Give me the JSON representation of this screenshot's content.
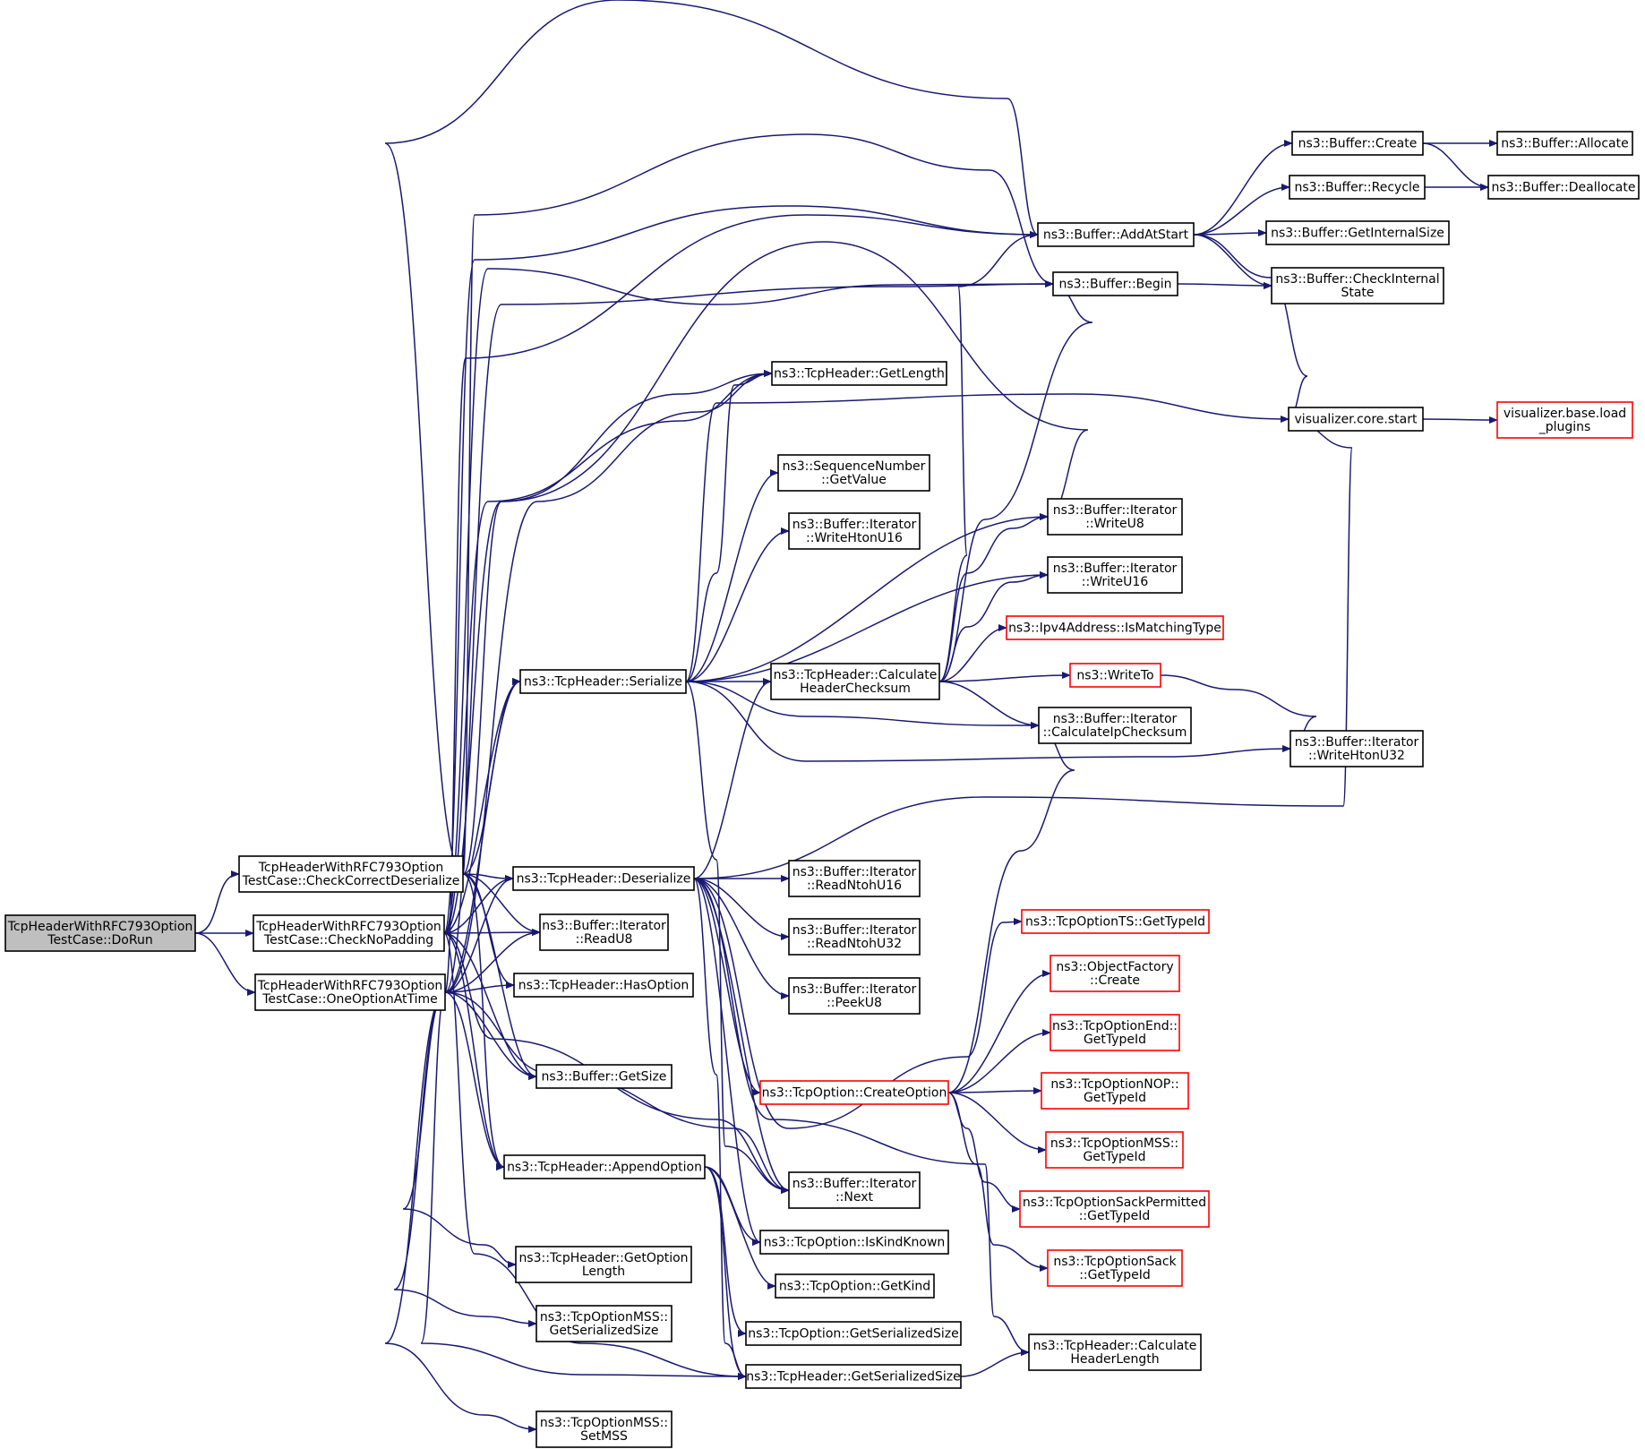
{
  "colors": {
    "edge": "#191970",
    "node_border_normal": "#000000",
    "node_border_truncated": "#ff0000",
    "root_fill": "#bfbfbf",
    "node_fill": "#ffffff"
  },
  "graph": {
    "nodes": [
      {
        "id": "dorun",
        "lines": [
          "TcpHeaderWithRFC793Option",
          "TestCase::DoRun"
        ],
        "style": "root"
      },
      {
        "id": "checkcorrect",
        "lines": [
          "TcpHeaderWithRFC793Option",
          "TestCase::CheckCorrectDeserialize"
        ],
        "style": "normal"
      },
      {
        "id": "checknopad",
        "lines": [
          "TcpHeaderWithRFC793Option",
          "TestCase::CheckNoPadding"
        ],
        "style": "normal"
      },
      {
        "id": "oneoption",
        "lines": [
          "TcpHeaderWithRFC793Option",
          "TestCase::OneOptionAtTime"
        ],
        "style": "normal"
      },
      {
        "id": "serialize",
        "lines": [
          "ns3::TcpHeader::Serialize"
        ],
        "style": "normal"
      },
      {
        "id": "deserialize",
        "lines": [
          "ns3::TcpHeader::Deserialize"
        ],
        "style": "normal"
      },
      {
        "id": "readu8",
        "lines": [
          "ns3::Buffer::Iterator",
          "::ReadU8"
        ],
        "style": "normal"
      },
      {
        "id": "hasoption",
        "lines": [
          "ns3::TcpHeader::HasOption"
        ],
        "style": "normal"
      },
      {
        "id": "bufsize",
        "lines": [
          "ns3::Buffer::GetSize"
        ],
        "style": "normal"
      },
      {
        "id": "appendopt",
        "lines": [
          "ns3::TcpHeader::AppendOption"
        ],
        "style": "normal"
      },
      {
        "id": "getoptlen",
        "lines": [
          "ns3::TcpHeader::GetOption",
          "Length"
        ],
        "style": "normal"
      },
      {
        "id": "mssgetser",
        "lines": [
          "ns3::TcpOptionMSS::",
          "GetSerializedSize"
        ],
        "style": "normal"
      },
      {
        "id": "setmss",
        "lines": [
          "ns3::TcpOptionMSS::",
          "SetMSS"
        ],
        "style": "normal"
      },
      {
        "id": "getlength",
        "lines": [
          "ns3::TcpHeader::GetLength"
        ],
        "style": "normal"
      },
      {
        "id": "seqgetval",
        "lines": [
          "ns3::SequenceNumber",
          "::GetValue"
        ],
        "style": "normal"
      },
      {
        "id": "writehtonu16",
        "lines": [
          "ns3::Buffer::Iterator",
          "::WriteHtonU16"
        ],
        "style": "normal"
      },
      {
        "id": "calchdrcs",
        "lines": [
          "ns3::TcpHeader::Calculate",
          "HeaderChecksum"
        ],
        "style": "normal"
      },
      {
        "id": "readntohu16",
        "lines": [
          "ns3::Buffer::Iterator",
          "::ReadNtohU16"
        ],
        "style": "normal"
      },
      {
        "id": "readntohu32",
        "lines": [
          "ns3::Buffer::Iterator",
          "::ReadNtohU32"
        ],
        "style": "normal"
      },
      {
        "id": "peeku8",
        "lines": [
          "ns3::Buffer::Iterator",
          "::PeekU8"
        ],
        "style": "normal"
      },
      {
        "id": "createopt",
        "lines": [
          "ns3::TcpOption::CreateOption"
        ],
        "style": "truncated"
      },
      {
        "id": "iternext",
        "lines": [
          "ns3::Buffer::Iterator",
          "::Next"
        ],
        "style": "normal"
      },
      {
        "id": "iskindknown",
        "lines": [
          "ns3::TcpOption::IsKindKnown"
        ],
        "style": "normal"
      },
      {
        "id": "getkind",
        "lines": [
          "ns3::TcpOption::GetKind"
        ],
        "style": "normal"
      },
      {
        "id": "optgetser",
        "lines": [
          "ns3::TcpOption::GetSerializedSize"
        ],
        "style": "normal"
      },
      {
        "id": "hdrgetser",
        "lines": [
          "ns3::TcpHeader::GetSerializedSize"
        ],
        "style": "normal"
      },
      {
        "id": "addatstart",
        "lines": [
          "ns3::Buffer::AddAtStart"
        ],
        "style": "normal"
      },
      {
        "id": "begin",
        "lines": [
          "ns3::Buffer::Begin"
        ],
        "style": "normal"
      },
      {
        "id": "writeu8",
        "lines": [
          "ns3::Buffer::Iterator",
          "::WriteU8"
        ],
        "style": "normal"
      },
      {
        "id": "writeu16",
        "lines": [
          "ns3::Buffer::Iterator",
          "::WriteU16"
        ],
        "style": "normal"
      },
      {
        "id": "ipv4match",
        "lines": [
          "ns3::Ipv4Address::IsMatchingType"
        ],
        "style": "truncated"
      },
      {
        "id": "writeto",
        "lines": [
          "ns3::WriteTo"
        ],
        "style": "truncated"
      },
      {
        "id": "calcipcs",
        "lines": [
          "ns3::Buffer::Iterator",
          "::CalculateIpChecksum"
        ],
        "style": "normal"
      },
      {
        "id": "tsgettype",
        "lines": [
          "ns3::TcpOptionTS::GetTypeId"
        ],
        "style": "truncated"
      },
      {
        "id": "objfactory",
        "lines": [
          "ns3::ObjectFactory",
          "::Create"
        ],
        "style": "truncated"
      },
      {
        "id": "endgettype",
        "lines": [
          "ns3::TcpOptionEnd::",
          "GetTypeId"
        ],
        "style": "truncated"
      },
      {
        "id": "nopgettype",
        "lines": [
          "ns3::TcpOptionNOP::",
          "GetTypeId"
        ],
        "style": "truncated"
      },
      {
        "id": "mssgettype",
        "lines": [
          "ns3::TcpOptionMSS::",
          "GetTypeId"
        ],
        "style": "truncated"
      },
      {
        "id": "sackpermgettype",
        "lines": [
          "ns3::TcpOptionSackPermitted",
          "::GetTypeId"
        ],
        "style": "truncated"
      },
      {
        "id": "sackgettype",
        "lines": [
          "ns3::TcpOptionSack",
          "::GetTypeId"
        ],
        "style": "truncated"
      },
      {
        "id": "calchdrlen",
        "lines": [
          "ns3::TcpHeader::Calculate",
          "HeaderLength"
        ],
        "style": "normal"
      },
      {
        "id": "bufcreate",
        "lines": [
          "ns3::Buffer::Create"
        ],
        "style": "normal"
      },
      {
        "id": "bufrecycle",
        "lines": [
          "ns3::Buffer::Recycle"
        ],
        "style": "normal"
      },
      {
        "id": "getinternalsize",
        "lines": [
          "ns3::Buffer::GetInternalSize"
        ],
        "style": "normal"
      },
      {
        "id": "checkinternal",
        "lines": [
          "ns3::Buffer::CheckInternal",
          "State"
        ],
        "style": "normal"
      },
      {
        "id": "viscorestart",
        "lines": [
          "visualizer.core.start"
        ],
        "style": "normal"
      },
      {
        "id": "writehtonu32",
        "lines": [
          "ns3::Buffer::Iterator",
          "::WriteHtonU32"
        ],
        "style": "normal"
      },
      {
        "id": "bufallocate",
        "lines": [
          "ns3::Buffer::Allocate"
        ],
        "style": "normal"
      },
      {
        "id": "bufdealloc",
        "lines": [
          "ns3::Buffer::Deallocate"
        ],
        "style": "normal"
      },
      {
        "id": "visloadplugins",
        "lines": [
          "visualizer.base.load",
          "_plugins"
        ],
        "style": "truncated"
      }
    ],
    "edges": [
      [
        "dorun",
        "checkcorrect"
      ],
      [
        "dorun",
        "checknopad"
      ],
      [
        "dorun",
        "oneoption"
      ],
      [
        "checkcorrect",
        "serialize"
      ],
      [
        "checkcorrect",
        "deserialize"
      ],
      [
        "checkcorrect",
        "readu8"
      ],
      [
        "checkcorrect",
        "hasoption"
      ],
      [
        "checkcorrect",
        "bufsize"
      ],
      [
        "checkcorrect",
        "appendopt"
      ],
      [
        "checkcorrect",
        "addatstart"
      ],
      [
        "checkcorrect",
        "begin"
      ],
      [
        "checkcorrect",
        "getlength"
      ],
      [
        "checknopad",
        "serialize"
      ],
      [
        "checknopad",
        "deserialize"
      ],
      [
        "checknopad",
        "readu8"
      ],
      [
        "checknopad",
        "bufsize"
      ],
      [
        "checknopad",
        "appendopt"
      ],
      [
        "checknopad",
        "addatstart"
      ],
      [
        "checknopad",
        "begin"
      ],
      [
        "checknopad",
        "getlength"
      ],
      [
        "checknopad",
        "writeu8"
      ],
      [
        "checknopad",
        "iternext"
      ],
      [
        "checknopad",
        "hdrgetser"
      ],
      [
        "oneoption",
        "serialize"
      ],
      [
        "oneoption",
        "deserialize"
      ],
      [
        "oneoption",
        "readu8"
      ],
      [
        "oneoption",
        "hasoption"
      ],
      [
        "oneoption",
        "bufsize"
      ],
      [
        "oneoption",
        "appendopt"
      ],
      [
        "oneoption",
        "getoptlen"
      ],
      [
        "oneoption",
        "mssgetser"
      ],
      [
        "oneoption",
        "setmss"
      ],
      [
        "oneoption",
        "hdrgetser"
      ],
      [
        "oneoption",
        "iternext"
      ],
      [
        "oneoption",
        "addatstart"
      ],
      [
        "oneoption",
        "begin"
      ],
      [
        "oneoption",
        "getlength"
      ],
      [
        "serialize",
        "getlength"
      ],
      [
        "serialize",
        "seqgetval"
      ],
      [
        "serialize",
        "writehtonu16"
      ],
      [
        "serialize",
        "calchdrcs"
      ],
      [
        "serialize",
        "writeu8"
      ],
      [
        "serialize",
        "writeu16"
      ],
      [
        "serialize",
        "calcipcs"
      ],
      [
        "serialize",
        "writehtonu32"
      ],
      [
        "serialize",
        "viscorestart"
      ],
      [
        "serialize",
        "iternext"
      ],
      [
        "deserialize",
        "calchdrcs"
      ],
      [
        "deserialize",
        "readntohu16"
      ],
      [
        "deserialize",
        "readntohu32"
      ],
      [
        "deserialize",
        "peeku8"
      ],
      [
        "deserialize",
        "createopt"
      ],
      [
        "deserialize",
        "iternext"
      ],
      [
        "deserialize",
        "iskindknown"
      ],
      [
        "deserialize",
        "hdrgetser"
      ],
      [
        "deserialize",
        "calchdrlen"
      ],
      [
        "deserialize",
        "viscorestart"
      ],
      [
        "deserialize",
        "tsgettype"
      ],
      [
        "appendopt",
        "iskindknown"
      ],
      [
        "appendopt",
        "getkind"
      ],
      [
        "appendopt",
        "optgetser"
      ],
      [
        "appendopt",
        "hdrgetser"
      ],
      [
        "calchdrcs",
        "addatstart"
      ],
      [
        "calchdrcs",
        "begin"
      ],
      [
        "calchdrcs",
        "writeu8"
      ],
      [
        "calchdrcs",
        "writeu16"
      ],
      [
        "calchdrcs",
        "ipv4match"
      ],
      [
        "calchdrcs",
        "writeto"
      ],
      [
        "calchdrcs",
        "calcipcs"
      ],
      [
        "createopt",
        "objfactory"
      ],
      [
        "createopt",
        "endgettype"
      ],
      [
        "createopt",
        "nopgettype"
      ],
      [
        "createopt",
        "mssgettype"
      ],
      [
        "createopt",
        "sackpermgettype"
      ],
      [
        "createopt",
        "sackgettype"
      ],
      [
        "createopt",
        "calcipcs"
      ],
      [
        "writeto",
        "writehtonu32"
      ],
      [
        "hdrgetser",
        "calchdrlen"
      ],
      [
        "addatstart",
        "bufcreate"
      ],
      [
        "addatstart",
        "bufrecycle"
      ],
      [
        "addatstart",
        "getinternalsize"
      ],
      [
        "addatstart",
        "checkinternal"
      ],
      [
        "addatstart",
        "viscorestart"
      ],
      [
        "begin",
        "checkinternal"
      ],
      [
        "bufcreate",
        "bufallocate"
      ],
      [
        "bufcreate",
        "bufdealloc"
      ],
      [
        "bufrecycle",
        "bufdealloc"
      ],
      [
        "viscorestart",
        "visloadplugins"
      ]
    ]
  }
}
